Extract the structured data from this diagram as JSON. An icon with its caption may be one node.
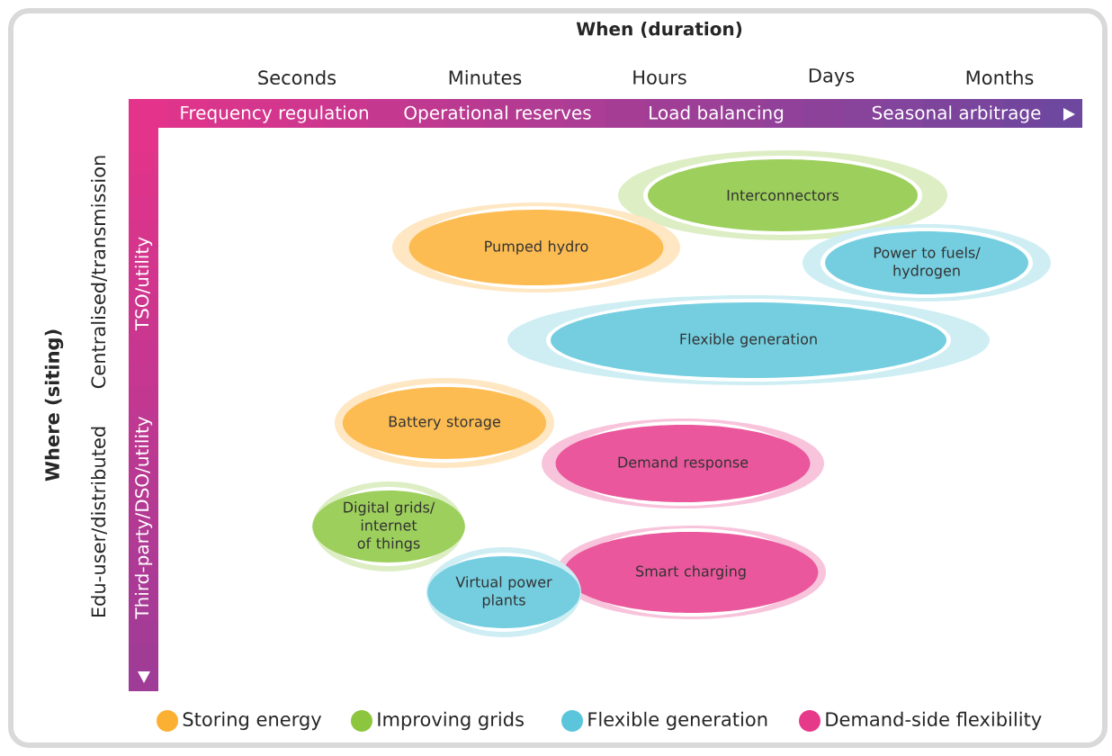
{
  "diagram": {
    "nodes": [
      {
        "text": [],
        "shape": "bar"
      },
      {
        "text": [
          "Frequency regulation"
        ],
        "in": 0
      },
      {
        "text": [
          "Operational reserves"
        ],
        "in": 0
      },
      {
        "text": [
          "Load balancing"
        ],
        "in": 0
      },
      {
        "text": [
          "Seasonal arbitrage"
        ],
        "in": 0
      },
      {
        "text": [],
        "shape": "bar"
      },
      {
        "text": [
          "TSO/utility"
        ],
        "in": 5
      },
      {
        "text": [
          "Third-party/DSO/utility"
        ],
        "in": 5
      },
      {
        "text": [
          "Interconnectors"
        ]
      },
      {
        "text": [
          "Pumped hydro"
        ]
      },
      {
        "text": [
          "Power to fuels/ hydrogen"
        ]
      },
      {
        "text": [
          "Flexible generation"
        ]
      },
      {
        "text": [
          "Battery storage"
        ]
      },
      {
        "text": [
          "Demand response"
        ]
      },
      {
        "text": [
          "Digital grids/ internet of things"
        ]
      },
      {
        "text": [
          "Virtual power plants"
        ]
      },
      {
        "text": [
          "Smart charging"
        ]
      }
    ],
    "labels": [
      "When (duration)",
      "Seconds",
      "Minutes",
      "Hours",
      "Days",
      "Months",
      "Where (siting)",
      "Centralised/transmission",
      "Edu-user/distributed"
    ],
    "legend": [
      {
        "text": "Storing energy",
        "color": "#fbb034"
      },
      {
        "text": "Improving grids",
        "color": "#8cc63f"
      },
      {
        "text": "Flexible generation",
        "color": "#5bc5db"
      },
      {
        "text": "Demand-side flexibility",
        "color": "#e6398a"
      }
    ]
  }
}
